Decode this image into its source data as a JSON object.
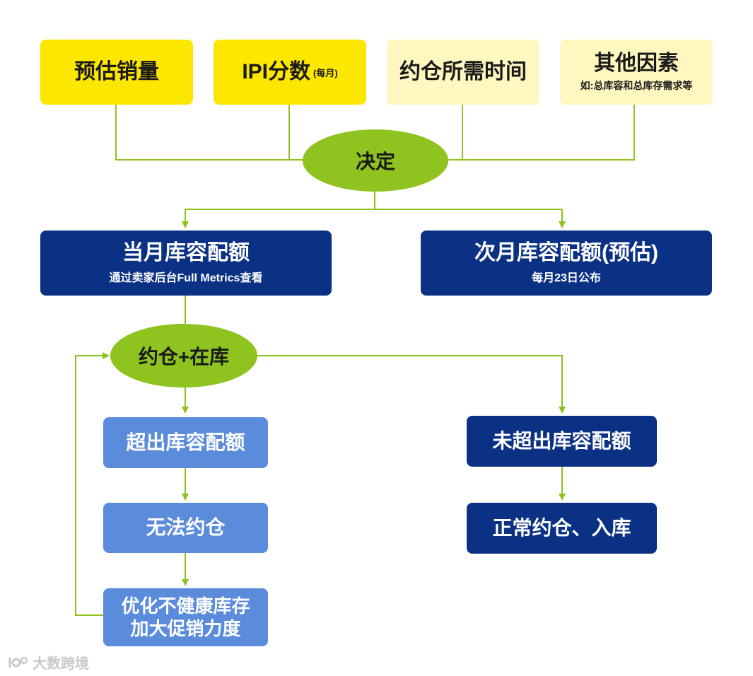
{
  "factors": [
    {
      "title": "预估销量"
    },
    {
      "title": "IPI分数",
      "note": "(每月)"
    },
    {
      "title": "约仓所需时间"
    },
    {
      "title": "其他因素",
      "sub": "如:总库容和总库存需求等"
    }
  ],
  "decide": "决定",
  "current_quota": {
    "title": "当月库容配额",
    "sub": "通过卖家后台Full Metrics查看"
  },
  "next_quota": {
    "title": "次月库容配额(预估)",
    "sub": "每月23日公布"
  },
  "booking": "约仓+在库",
  "exceed": "超出库容配额",
  "cannot_book": "无法约仓",
  "optimize": {
    "line1": "优化不健康库存",
    "line2": "加大促销力度"
  },
  "not_exceed": "未超出库容配额",
  "normal": "正常约仓、入库",
  "watermark": "大数跨境",
  "colors": {
    "line": "#8dc21f",
    "yellow": "#fde600",
    "cream": "#fff7bf",
    "navy": "#0b3185",
    "light_blue": "#5b8bdb",
    "oval": "#8fc31f"
  }
}
